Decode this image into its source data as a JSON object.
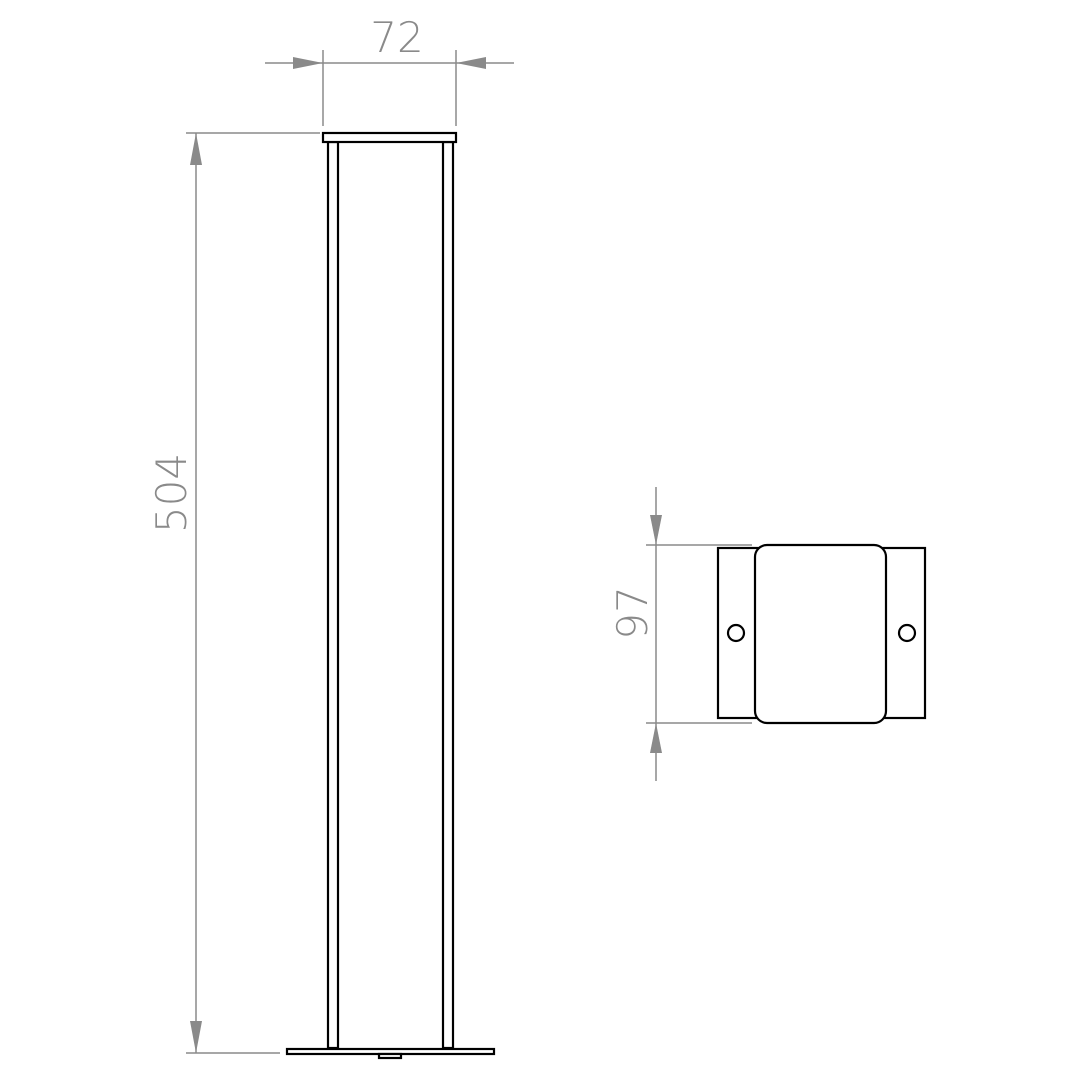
{
  "drawing": {
    "dimensions": {
      "width_label": "72",
      "height_label": "504",
      "depth_label": "97"
    },
    "colors": {
      "outline": "#000000",
      "dimension": "#8a8a8a",
      "background": "#ffffff"
    }
  }
}
